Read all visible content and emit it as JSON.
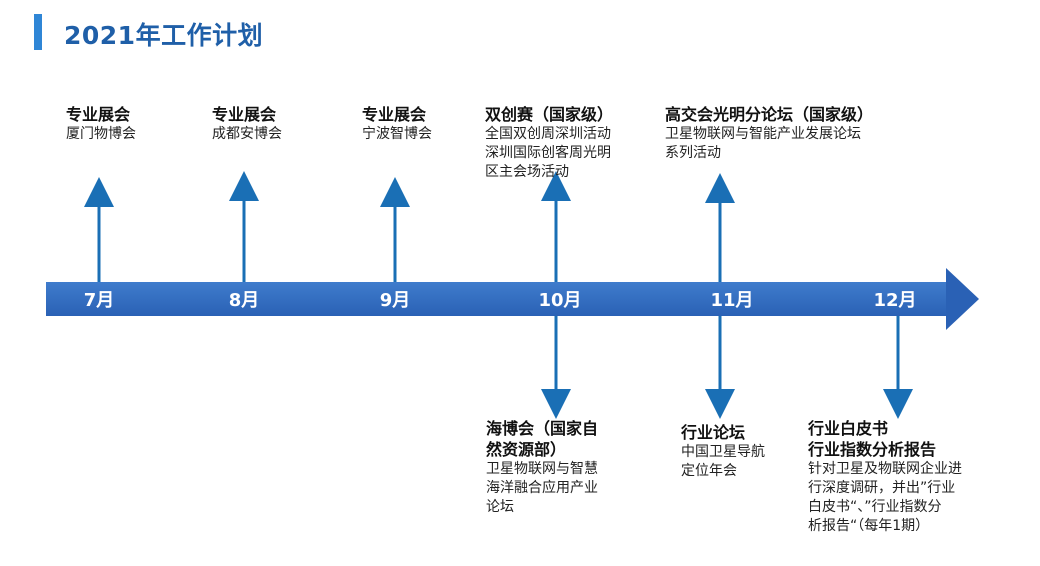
{
  "title": "2021年工作计划",
  "colors": {
    "accent": "#2f86d6",
    "timeline": "#2a61b5",
    "arrow": "#1a6fb5"
  },
  "months": [
    "7月",
    "8月",
    "9月",
    "10月",
    "11月",
    "12月"
  ],
  "top_events": [
    {
      "heading": [
        "专业展会"
      ],
      "body": [
        "厦门物博会"
      ]
    },
    {
      "heading": [
        "专业展会"
      ],
      "body": [
        "成都安博会"
      ]
    },
    {
      "heading": [
        "专业展会"
      ],
      "body": [
        "宁波智博会"
      ]
    },
    {
      "heading": [
        "双创赛（国家级）"
      ],
      "body": [
        "全国双创周深圳活动",
        "深圳国际创客周光明",
        "区主会场活动"
      ]
    },
    {
      "heading": [
        "高交会光明分论坛（国家级）"
      ],
      "body": [
        "卫星物联网与智能产业发展论坛",
        "系列活动"
      ]
    }
  ],
  "bottom_events": [
    {
      "heading": [
        "海博会（国家自",
        "然资源部）"
      ],
      "body": [
        "卫星物联网与智慧",
        "海洋融合应用产业",
        "论坛"
      ]
    },
    {
      "heading": [
        "行业论坛"
      ],
      "body": [
        "中国卫星导航",
        "定位年会"
      ]
    },
    {
      "heading": [
        "行业白皮书",
        "行业指数分析报告"
      ],
      "body": [
        "针对卫星及物联网企业进",
        "行深度调研，并出”行业",
        "白皮书“、”行业指数分",
        "析报告“（每年1期）"
      ]
    }
  ]
}
